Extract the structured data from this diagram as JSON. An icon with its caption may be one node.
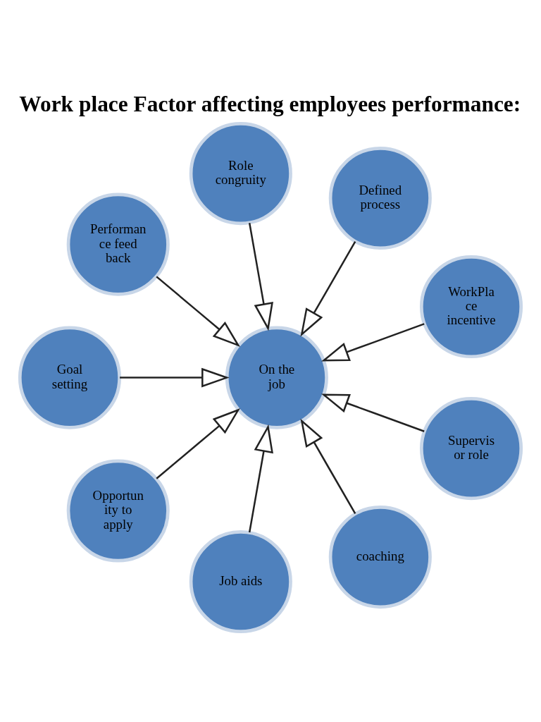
{
  "diagram": {
    "title": "Work place Factor affecting employees performance:",
    "nodes": [
      {
        "text": [
          "Role congruity"
        ]
      },
      {
        "text": [
          "Performan ce feed back"
        ]
      },
      {
        "text": [
          "Defined process"
        ]
      },
      {
        "text": [
          "Goal setting"
        ]
      },
      {
        "text": [
          "On the job"
        ]
      },
      {
        "text": [
          "WorkPla ce incentive"
        ]
      },
      {
        "text": [
          "Opportun ity to apply"
        ]
      },
      {
        "text": [
          "Supervis or role"
        ]
      },
      {
        "text": [
          "Job aids"
        ]
      },
      {
        "text": [
          "coaching"
        ]
      }
    ],
    "edges": [
      {
        "from": 0,
        "to": 4,
        "arrow": "to"
      },
      {
        "from": 2,
        "to": 4,
        "arrow": "to"
      },
      {
        "from": 5,
        "to": 4,
        "arrow": "to"
      },
      {
        "from": 7,
        "to": 4,
        "arrow": "to"
      },
      {
        "from": 9,
        "to": 4,
        "arrow": "to"
      },
      {
        "from": 8,
        "to": 4,
        "arrow": "to"
      },
      {
        "from": 6,
        "to": 4,
        "arrow": "to"
      },
      {
        "from": 3,
        "to": 4,
        "arrow": "to"
      },
      {
        "from": 1,
        "to": 4,
        "arrow": "to"
      }
    ]
  }
}
